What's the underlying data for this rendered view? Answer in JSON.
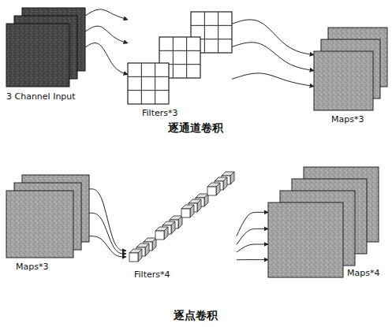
{
  "diagram": {
    "nodes": [
      {
        "text": [
          "3 Channel Input"
        ]
      },
      {
        "text": [
          "Filters*3"
        ]
      },
      {
        "text": [
          "Maps*3"
        ]
      },
      {
        "text": [
          "Maps*3"
        ]
      },
      {
        "text": [
          "Filters*4"
        ]
      },
      {
        "text": [
          "Maps*4"
        ]
      }
    ],
    "edges": [
      {
        "from": 0,
        "to": 1,
        "arrow": "to"
      },
      {
        "from": 0,
        "to": 1,
        "arrow": "to"
      },
      {
        "from": 0,
        "to": 1,
        "arrow": "to"
      },
      {
        "from": 1,
        "to": 2,
        "arrow": "to"
      },
      {
        "from": 1,
        "to": 2,
        "arrow": "to"
      },
      {
        "from": 1,
        "to": 2,
        "arrow": "to"
      },
      {
        "from": 3,
        "to": 4,
        "arrow": "to"
      },
      {
        "from": 3,
        "to": 4,
        "arrow": "to"
      },
      {
        "from": 3,
        "to": 4,
        "arrow": "to"
      },
      {
        "from": 4,
        "to": 5,
        "arrow": "to"
      },
      {
        "from": 4,
        "to": 5,
        "arrow": "to"
      },
      {
        "from": 4,
        "to": 5,
        "arrow": "to"
      },
      {
        "from": 4,
        "to": 5,
        "arrow": "to"
      }
    ],
    "labels": [
      "逐通道卷积",
      "逐点卷积"
    ]
  }
}
